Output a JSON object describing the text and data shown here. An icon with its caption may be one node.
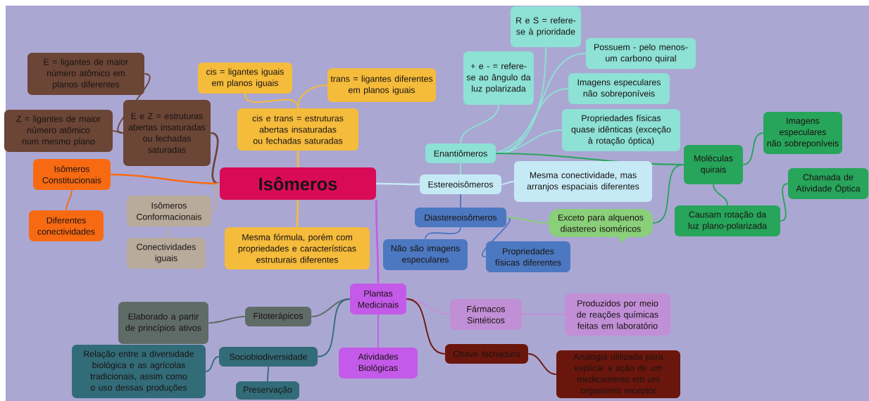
{
  "diagram": {
    "nodes": [
      {
        "text": [
          "Isômeros"
        ]
      },
      {
        "text": [
          "cis e trans = estruturas abertas insaturadas ou fechadas saturadas"
        ]
      },
      {
        "text": [
          "cis = ligantes iguais em planos iguais"
        ]
      },
      {
        "text": [
          "trans = ligantes diferentes em planos iguais"
        ]
      },
      {
        "text": [
          "E e Z = estruturas abertas insaturadas ou fechadas saturadas"
        ]
      },
      {
        "text": [
          "E = ligantes de maior número atômico em planos diferentes"
        ]
      },
      {
        "text": [
          "Z = ligantes de maior número atômico num mesmo plano"
        ]
      },
      {
        "text": [
          "Isômeros Constitucionais"
        ]
      },
      {
        "text": [
          "Diferentes conectividades"
        ]
      },
      {
        "text": [
          "Isômeros Conformacionais"
        ]
      },
      {
        "text": [
          "Conectividades iguais"
        ]
      },
      {
        "text": [
          "Mesma fórmula, porém com propriedades e características estruturais diferentes"
        ]
      },
      {
        "text": [
          "Estereoisômeros"
        ]
      },
      {
        "text": [
          "Enantiômeros"
        ]
      },
      {
        "text": [
          "+ e - = refere-se ao ângulo da luz polarizada"
        ]
      },
      {
        "text": [
          "R e S = refere-se à prioridade"
        ]
      },
      {
        "text": [
          "Possuem - pelo menos- um carbono quiral"
        ]
      },
      {
        "text": [
          "Imagens especulares não sobreponíveis"
        ]
      },
      {
        "text": [
          "Propriedades físicas quase idênticas (exceção à rotação óptica)"
        ]
      },
      {
        "text": [
          "Moléculas quirais"
        ]
      },
      {
        "text": [
          "Imagens especulares não sobreponíveis"
        ]
      },
      {
        "text": [
          "Chamada de Atividade Óptica"
        ]
      },
      {
        "text": [
          "Causam rotação da luz plano-polarizada"
        ]
      },
      {
        "text": [
          "Mesma conectividade, mas arranjos espaciais diferentes"
        ]
      },
      {
        "text": [
          "Diastereoisômeros"
        ]
      },
      {
        "text": [
          "Não são imagens especulares"
        ]
      },
      {
        "text": [
          "Propriedades físicas diferentes"
        ]
      },
      {
        "text": [
          "Exceto para alquenos diastereo isoméricos"
        ]
      },
      {
        "text": [
          "Plantas Medicinais"
        ]
      },
      {
        "text": [
          "Fitoterápicos"
        ]
      },
      {
        "text": [
          "Elaborado a partir de princípios ativos"
        ]
      },
      {
        "text": [
          "Sociobiodiversidade"
        ]
      },
      {
        "text": [
          "Relação entre a diversidade biológica e as agrícolas tradicionais, assim como o uso dessas produções"
        ]
      },
      {
        "text": [
          "Preservação"
        ]
      },
      {
        "text": [
          "Atividades Biológicas"
        ]
      },
      {
        "text": [
          "Fármacos Sintéticos"
        ]
      },
      {
        "text": [
          "Produzidos por meio de reações químicas feitas em laboratório"
        ]
      },
      {
        "text": [
          "Chave fechadura"
        ]
      },
      {
        "text": [
          "Analogia utilizada para explicar a ação de um medicamento em um organismo receptor"
        ]
      }
    ],
    "edges": [
      {
        "from": 0,
        "to": 1,
        "arrow": "none",
        "color": "#f5bb3b"
      },
      {
        "from": 1,
        "to": 2,
        "arrow": "none",
        "color": "#f5bb3b"
      },
      {
        "from": 1,
        "to": 3,
        "arrow": "none",
        "color": "#f5bb3b"
      },
      {
        "from": 0,
        "to": 4,
        "arrow": "none",
        "color": "#6b4535"
      },
      {
        "from": 4,
        "to": 5,
        "arrow": "none",
        "color": "#6b4535"
      },
      {
        "from": 4,
        "to": 6,
        "arrow": "none",
        "color": "#6b4535"
      },
      {
        "from": 0,
        "to": 7,
        "arrow": "none",
        "color": "#f76a12"
      },
      {
        "from": 7,
        "to": 8,
        "arrow": "none",
        "color": "#f76a12"
      },
      {
        "from": 0,
        "to": 9,
        "arrow": "none",
        "color": "#b8ab9b"
      },
      {
        "from": 9,
        "to": 10,
        "arrow": "none",
        "color": "#b8ab9b"
      },
      {
        "from": 0,
        "to": 11,
        "arrow": "none",
        "color": "#f5bb3b"
      },
      {
        "from": 0,
        "to": 12,
        "arrow": "none",
        "color": "#c5eaf5"
      },
      {
        "from": 12,
        "to": 13,
        "arrow": "none",
        "color": "#8de1d5"
      },
      {
        "from": 13,
        "to": 14,
        "arrow": "none",
        "color": "#8de1d5"
      },
      {
        "from": 13,
        "to": 15,
        "arrow": "none",
        "color": "#8de1d5"
      },
      {
        "from": 13,
        "to": 16,
        "arrow": "none",
        "color": "#8de1d5"
      },
      {
        "from": 13,
        "to": 17,
        "arrow": "none",
        "color": "#8de1d5"
      },
      {
        "from": 13,
        "to": 18,
        "arrow": "none",
        "color": "#8de1d5"
      },
      {
        "from": 13,
        "to": 19,
        "arrow": "none",
        "color": "#27a55a"
      },
      {
        "from": 19,
        "to": 20,
        "arrow": "none",
        "color": "#27a55a"
      },
      {
        "from": 19,
        "to": 22,
        "arrow": "none",
        "color": "#27a55a"
      },
      {
        "from": 22,
        "to": 21,
        "arrow": "none",
        "color": "#27a55a"
      },
      {
        "from": 12,
        "to": 23,
        "arrow": "none",
        "color": "#c5eaf5"
      },
      {
        "from": 12,
        "to": 24,
        "arrow": "none",
        "color": "#4b78c0"
      },
      {
        "from": 24,
        "to": 25,
        "arrow": "none",
        "color": "#4b78c0"
      },
      {
        "from": 24,
        "to": 26,
        "arrow": "none",
        "color": "#4b78c0"
      },
      {
        "from": 24,
        "to": 27,
        "arrow": "none",
        "color": "#8acf79"
      },
      {
        "from": 27,
        "to": 19,
        "arrow": "none",
        "color": "#27a55a"
      },
      {
        "from": 0,
        "to": 28,
        "arrow": "none",
        "color": "#c45ae9"
      },
      {
        "from": 28,
        "to": 29,
        "arrow": "none",
        "color": "#5f6b66"
      },
      {
        "from": 29,
        "to": 30,
        "arrow": "none",
        "color": "#5f6b66"
      },
      {
        "from": 28,
        "to": 31,
        "arrow": "none",
        "color": "#326c78"
      },
      {
        "from": 31,
        "to": 32,
        "arrow": "none",
        "color": "#326c78"
      },
      {
        "from": 31,
        "to": 33,
        "arrow": "none",
        "color": "#326c78"
      },
      {
        "from": 28,
        "to": 34,
        "arrow": "none",
        "color": "#c45ae9"
      },
      {
        "from": 28,
        "to": 35,
        "arrow": "none",
        "color": "#c18fd6"
      },
      {
        "from": 35,
        "to": 36,
        "arrow": "none",
        "color": "#c18fd6"
      },
      {
        "from": 28,
        "to": 37,
        "arrow": "none",
        "color": "#6b160c"
      },
      {
        "from": 37,
        "to": 38,
        "arrow": "none",
        "color": "#6b160c"
      }
    ]
  }
}
